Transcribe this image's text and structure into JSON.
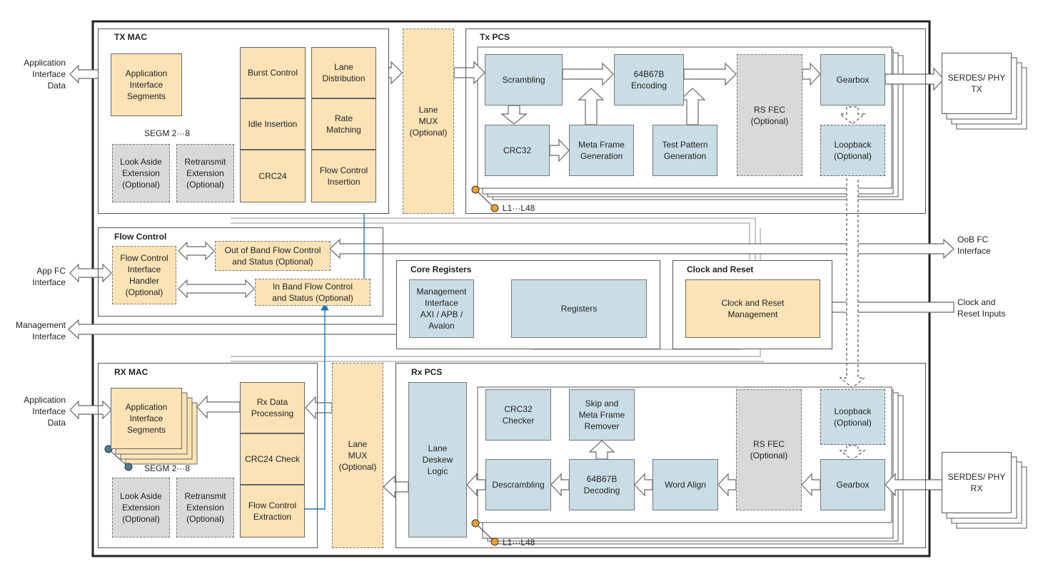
{
  "sections": {
    "tx_mac": "TX MAC",
    "tx_pcs": "Tx PCS",
    "flow_control": "Flow Control",
    "core_registers": "Core Registers",
    "clock_reset": "Clock and Reset",
    "rx_mac": "RX MAC",
    "rx_pcs": "Rx PCS"
  },
  "tx": {
    "app_segments": "Application\nInterface\nSegments",
    "segm": "SEGM 2···8",
    "burst_control": "Burst Control",
    "idle_insertion": "Idle Insertion",
    "crc24": "CRC24",
    "lane_distribution": "Lane\nDistribution",
    "rate_matching": "Rate\nMatching",
    "flow_control_insertion": "Flow Control\nInsertion",
    "look_aside": "Look Aside\nExtension\n(Optional)",
    "retransmit": "Retransmit\nExtension\n(Optional)",
    "lane_mux": "Lane\nMUX\n(Optional)",
    "scrambling": "Scrambling",
    "encoding": "64B67B\nEncoding",
    "crc32": "CRC32",
    "meta_frame_gen": "Meta Frame\nGeneration",
    "test_pattern_gen": "Test Pattern\nGeneration",
    "rs_fec": "RS FEC\n(Optional)",
    "gearbox": "Gearbox",
    "loopback": "Loopback\n(Optional)",
    "lanes": "L1···L48",
    "serdes": "SERDES/ PHY\nTX"
  },
  "fc": {
    "handler": "Flow Control\nInterface\nHandler\n(Optional)",
    "oob": "Out of Band Flow Control\nand Status (Optional)",
    "inband": "In Band Flow Control\nand Status (Optional)"
  },
  "core": {
    "mgmt_interface": "Management\nInterface\nAXI / APB /\nAvalon",
    "registers": "Registers"
  },
  "clock": {
    "management": "Clock and Reset\nManagement"
  },
  "rx": {
    "app_segments": "Application\nInterface\nSegments",
    "segm": "SEGM 2···8",
    "rx_data_processing": "Rx Data\nProcessing",
    "crc24_check": "CRC24 Check",
    "flow_control_extraction": "Flow Control\nExtraction",
    "look_aside": "Look Aside\nExtension\n(Optional)",
    "retransmit": "Retransmit\nExtension\n(Optional)",
    "lane_mux": "Lane\nMUX\n(Optional)",
    "lane_deskew": "Lane\nDeskew\nLogic",
    "crc32_checker": "CRC32\nChecker",
    "skip_meta_remover": "Skip and\nMeta Frame\nRemover",
    "descrambling": "Descrambling",
    "decoding": "64B67B\nDecoding",
    "word_align": "Word Align",
    "rs_fec": "RS FEC\n(Optional)",
    "loopback": "Loopback\n(Optional)",
    "gearbox": "Gearbox",
    "lanes": "L1···L48",
    "serdes": "SERDES/ PHY\nRX"
  },
  "external": {
    "app_if_data_tx": "Application\nInterface\nData",
    "app_if_data_rx": "Application\nInterface\nData",
    "app_fc_interface": "App FC\nInterface",
    "management_interface": "Management\nInterface",
    "oob_fc_interface": "OoB FC\nInterface",
    "clock_reset_inputs": "Clock and\nReset Inputs"
  },
  "colors": {
    "orange_block": "#fbe3b6",
    "blue_block": "#c9dde6",
    "gray_block": "#d9d9d9",
    "signal_blue": "#1f77b4",
    "lane_dot": "#f0a030",
    "segm_dot": "#4a7f90"
  }
}
